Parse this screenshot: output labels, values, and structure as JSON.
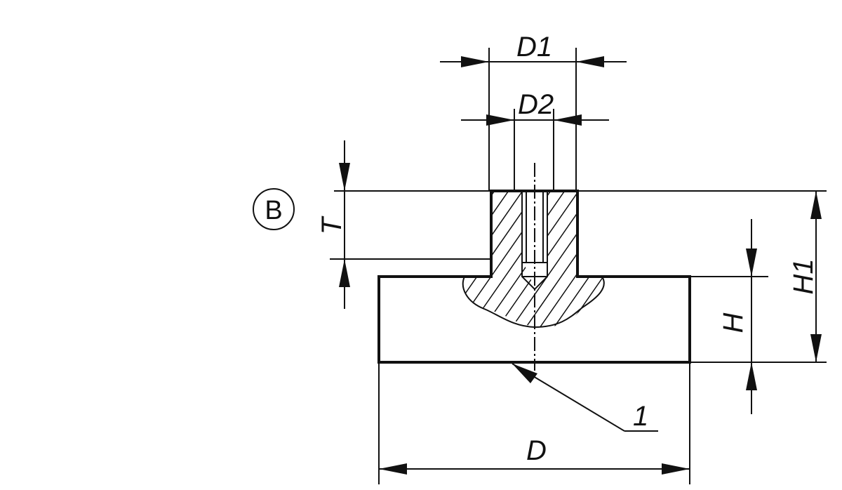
{
  "view": {
    "marker": "B"
  },
  "dimensions": {
    "d1": "D1",
    "d2": "D2",
    "t": "T",
    "h": "H",
    "h1": "H1",
    "d": "D"
  },
  "callouts": {
    "item_1": "1"
  }
}
